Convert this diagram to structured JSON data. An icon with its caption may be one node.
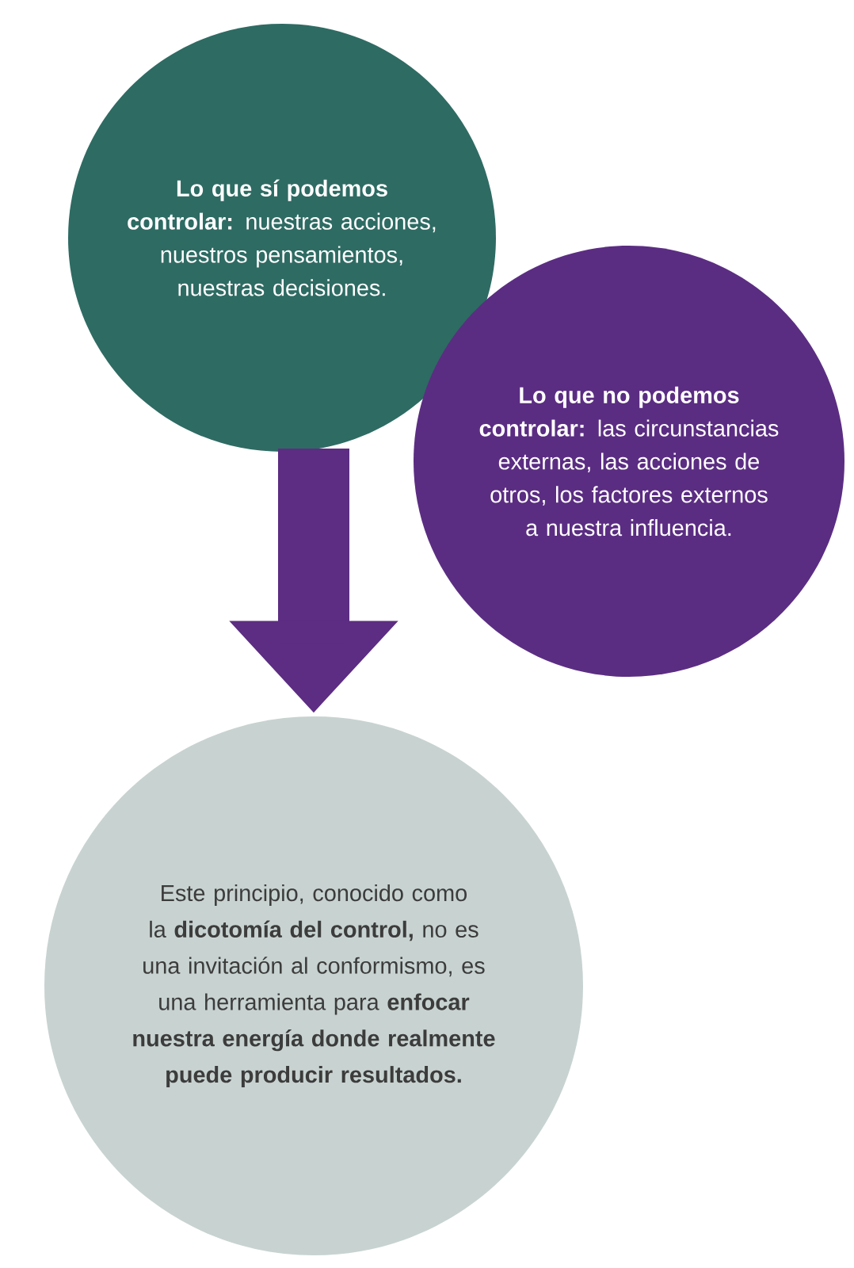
{
  "diagram": {
    "nodes": [
      {
        "text": [
          "**Lo que sí podemos controlar:** nuestras acciones, nuestros pensamientos, nuestras decisiones."
        ]
      },
      {
        "text": [
          "**Lo que no podemos controlar:** las circunstancias externas, las acciones de otros, los factores externos a nuestra influencia."
        ]
      },
      {
        "text": [
          "Este principio, conocido como la **dicotomía del control,** no es una invitación al conformismo, es una herramienta para **enfocar nuestra energía donde realmente puede producir resultados.**"
        ]
      }
    ],
    "edges": [
      {
        "from": 0,
        "to": 2,
        "arrow": "to"
      }
    ]
  }
}
